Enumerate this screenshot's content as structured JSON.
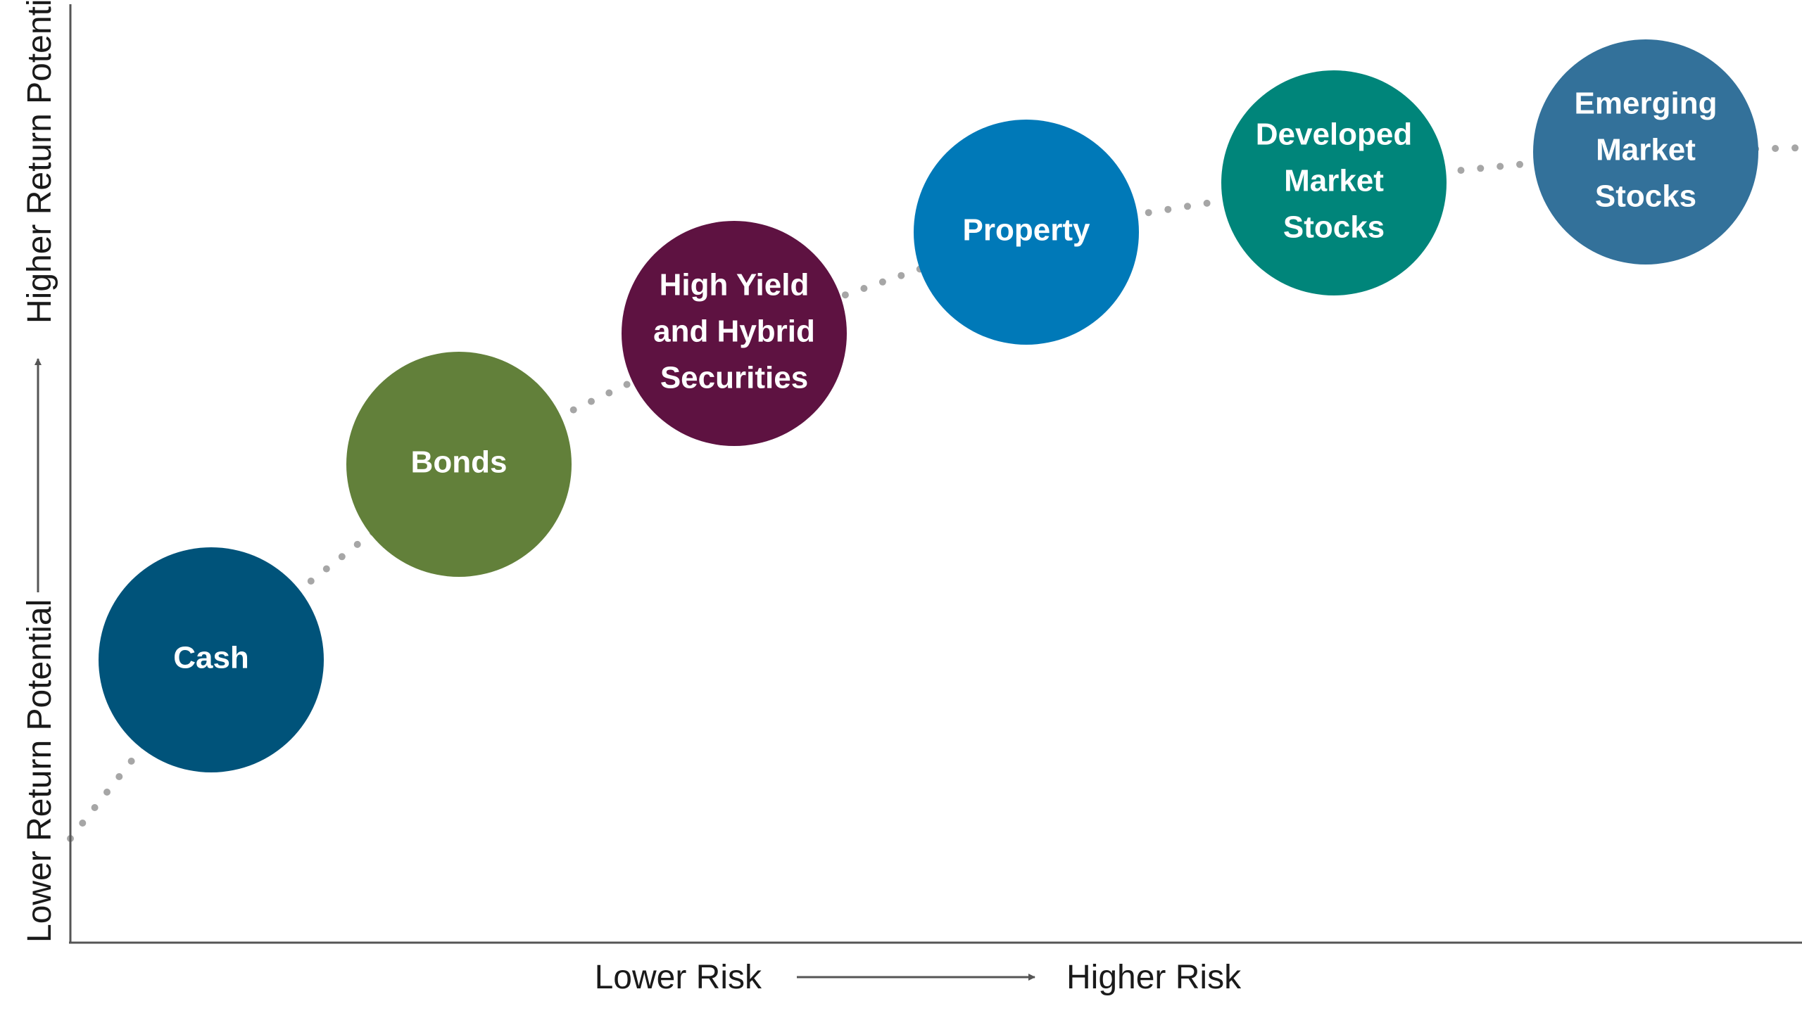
{
  "axes": {
    "x_low_label": "Lower Risk",
    "x_high_label": "Higher Risk",
    "y_low_label": "Lower Return Potential",
    "y_high_label": "Higher Return Potential"
  },
  "colors": {
    "axis": "#555555",
    "dots": "#a6a6a6",
    "text_dark": "#1a1a1a",
    "label_text": "#ffffff"
  },
  "assets": [
    {
      "id": "cash",
      "lines": [
        "Cash"
      ],
      "color": "#00537a"
    },
    {
      "id": "bonds",
      "lines": [
        "Bonds"
      ],
      "color": "#62803a"
    },
    {
      "id": "high-yield-hybrid",
      "lines": [
        "High Yield",
        "and Hybrid",
        "Securities"
      ],
      "color": "#5e1241"
    },
    {
      "id": "property",
      "lines": [
        "Property"
      ],
      "color": "#0079b8"
    },
    {
      "id": "developed-market-stocks",
      "lines": [
        "Developed",
        "Market",
        "Stocks"
      ],
      "color": "#00857a"
    },
    {
      "id": "emerging-market-stocks",
      "lines": [
        "Emerging",
        "Market",
        "Stocks"
      ],
      "color": "#33719a"
    }
  ]
}
